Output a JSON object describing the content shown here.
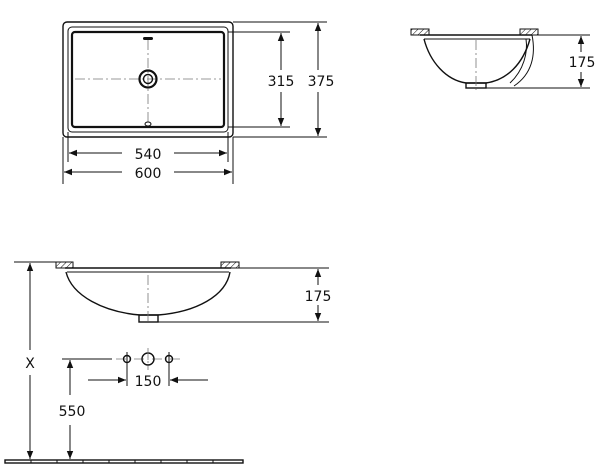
{
  "top_view": {
    "outer_width": "600",
    "inner_width": "540",
    "outer_depth": "375",
    "inner_depth": "315"
  },
  "side_view": {
    "height": "175"
  },
  "front_view": {
    "height": "175",
    "tap_spacing": "150",
    "floor_to_valve": "550",
    "mount_height": "X"
  },
  "colors": {
    "line": "#111111",
    "center_line": "#777777",
    "background": "#ffffff"
  }
}
